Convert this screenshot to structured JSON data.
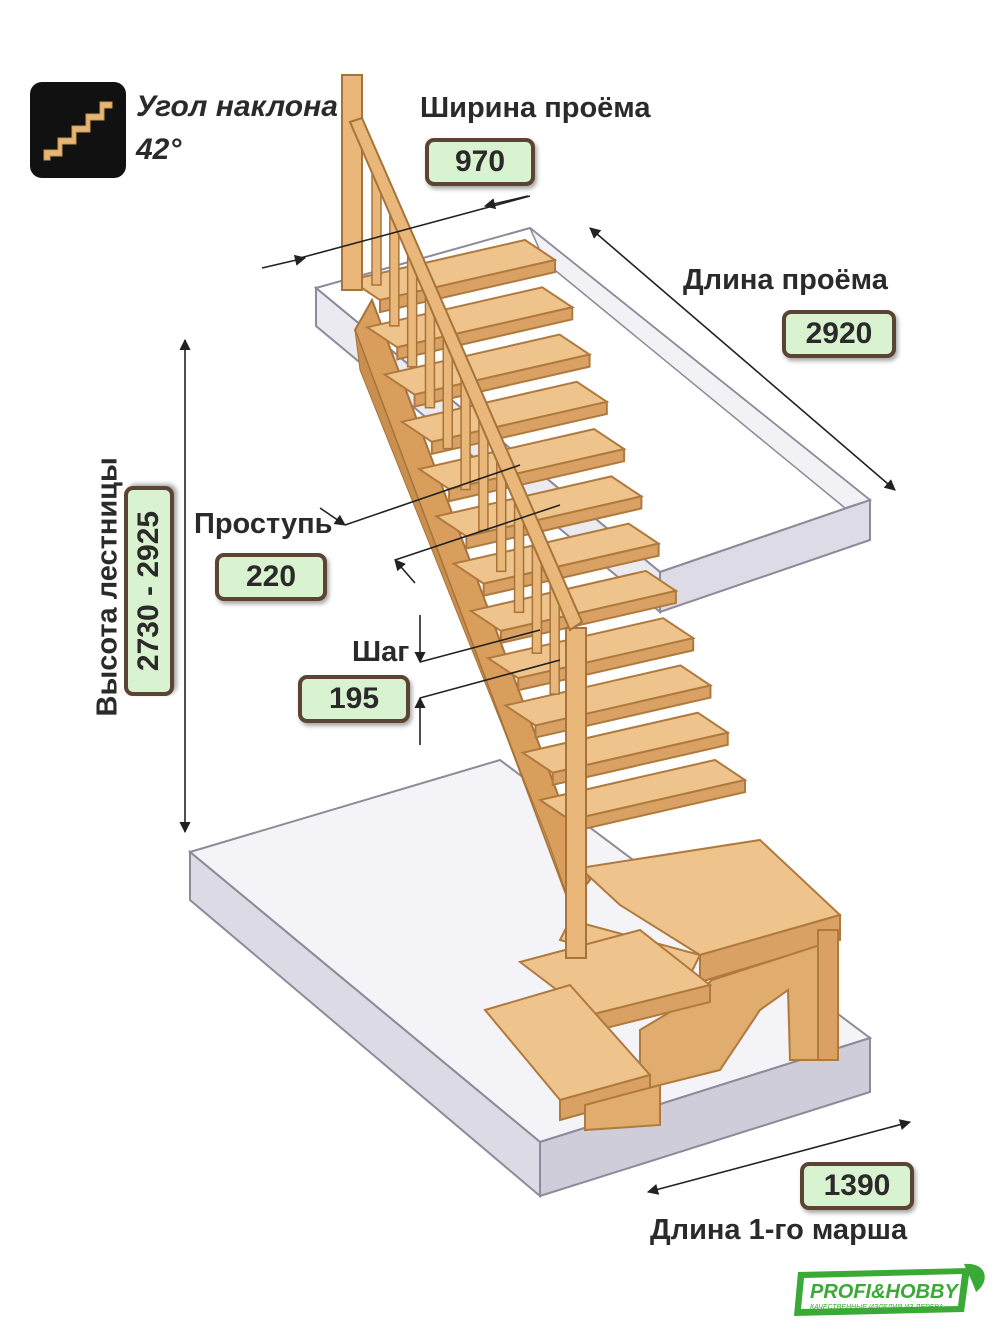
{
  "angle": {
    "label": "Угол наклона",
    "value": "42°"
  },
  "opening_width": {
    "label": "Ширина проёма",
    "value": "970"
  },
  "opening_length": {
    "label": "Длина проёма",
    "value": "2920"
  },
  "stair_height": {
    "label": "Высота лестницы",
    "value": "2730 - 2925"
  },
  "tread": {
    "label": "Проступь",
    "value": "220"
  },
  "step": {
    "label": "Шаг",
    "value": "195"
  },
  "first_flight": {
    "label": "Длина 1-го марша",
    "value": "1390"
  },
  "brand": {
    "name": "PROFI&HOBBY",
    "tagline": "КАЧЕСТВЕННЫЕ ИЗДЕЛИЯ ИЗ ДЕРЕВА"
  },
  "colors": {
    "wood": "#e8b779",
    "wood_dark": "#c98f4f",
    "box_fill": "#d9f2cf",
    "box_border": "#5b4434",
    "glass": "#c9c7d3",
    "brand_green": "#3aa935"
  }
}
